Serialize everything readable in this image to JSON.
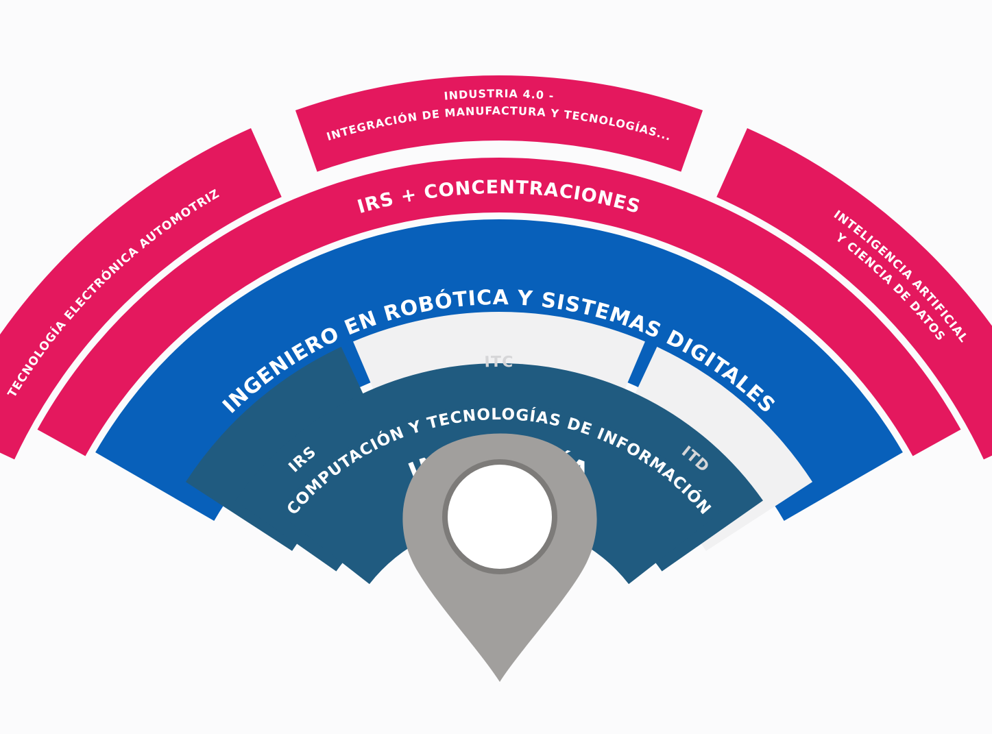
{
  "diagram": {
    "colors": {
      "background": "#fbfbfc",
      "concentration": "#e4185e",
      "degree": "#0860ba",
      "core": "#205b80",
      "inactive": "#f1f1f2",
      "pin": "#a19f9d",
      "pin_ring": "#7d7b79",
      "pin_hole": "#ffffff"
    },
    "outer_ring": {
      "left": "TECNOLOGÍA ELECTRÓNICA AUTOMOTRIZ",
      "center_line1": "INDUSTRIA 4.0 -",
      "center_line2": "INTEGRACIÓN DE MANUFACTURA Y TECNOLOGÍAS...",
      "right_line1": "INTELIGENCIA ARTIFICIAL",
      "right_line2": "Y CIENCIA DE DATOS"
    },
    "concentrations_ring": "IRS + CONCENTRACIONES",
    "degree_ring": "INGENIERO EN ROBÓTICA Y SISTEMAS DIGITALES",
    "program_ring": {
      "left": "IRS",
      "center": "ITC",
      "right": "ITD"
    },
    "school_ring": "COMPUTACIÓN Y TECNOLOGÍAS DE INFORMACIÓN",
    "inner_ring": "INGENIERÍA",
    "pin_icon": "location-pin-icon"
  }
}
